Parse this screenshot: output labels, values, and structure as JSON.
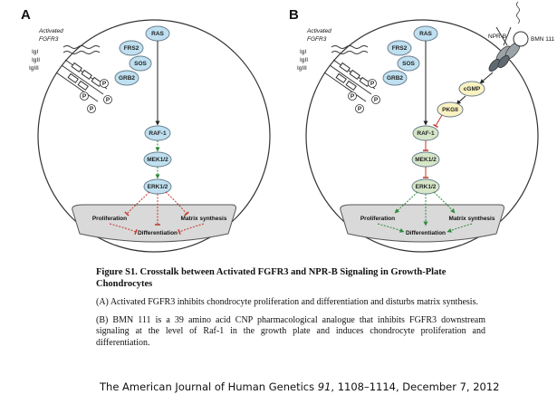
{
  "panels": [
    {
      "letter": "A",
      "receptor_label": [
        "Activated",
        "FGFR3"
      ],
      "isoforms": [
        "IgI",
        "IgII",
        "IgIII"
      ],
      "phospho": "P",
      "nodes": {
        "ras": "RAS",
        "frs2": "FRS2",
        "sos": "SOS",
        "grb2": "GRB2",
        "raf1": "RAF-1",
        "mek": "MEK1/2",
        "erk": "ERK1/2"
      },
      "outcomes": {
        "proliferation": "Proliferation",
        "matrix": "Matrix synthesis",
        "differentiation": "Differentiation"
      }
    },
    {
      "letter": "B",
      "receptor_label": [
        "Activated",
        "FGFR3"
      ],
      "isoforms": [
        "IgI",
        "IgII",
        "IgIII"
      ],
      "phospho": "P",
      "npr_label": "NPR-B",
      "drug_label": "BMN 111",
      "nodes": {
        "ras": "RAS",
        "frs2": "FRS2",
        "sos": "SOS",
        "grb2": "GRB2",
        "raf1": "RAF-1",
        "mek": "MEK1/2",
        "erk": "ERK1/2",
        "cgmp": "cGMP",
        "pkg": "PKGII"
      },
      "outcomes": {
        "proliferation": "Proliferation",
        "matrix": "Matrix synthesis",
        "differentiation": "Differentiation"
      }
    }
  ],
  "colors": {
    "blue_node": "#bfe0f0",
    "green_node": "#d6e7c8",
    "yellow_node": "#fbf2c1",
    "activation": "#2f8a3a",
    "inhibition": "#c0392b",
    "nucleus": "#d9d9d9"
  },
  "caption": {
    "title": "Figure S1. Crosstalk between Activated FGFR3 and NPR-B Signaling in Growth-Plate Chondrocytes",
    "para_a": "(A) Activated FGFR3 inhibits chondrocyte proliferation and differentiation and disturbs matrix synthesis.",
    "para_b": "(B) BMN 111 is a 39 amino acid CNP pharmacological analogue that inhibits FGFR3 downstream signaling at the level of Raf-1 in the growth plate and induces chondrocyte proliferation and differentiation."
  },
  "citation": {
    "journal": "The American Journal of Human Genetics",
    "volume": "91",
    "pages_date": ", 1108–1114, December 7, 2012"
  }
}
